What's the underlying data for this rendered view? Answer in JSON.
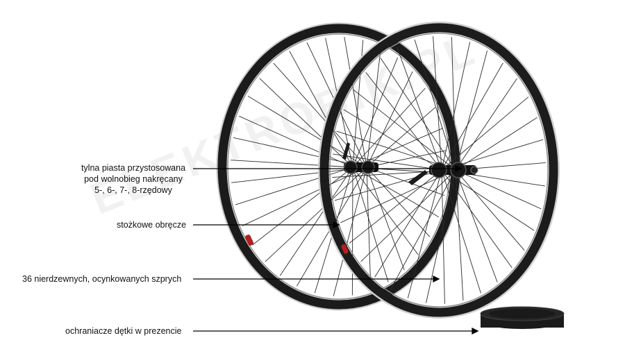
{
  "callouts": {
    "hub": {
      "lines": [
        "tylna piasta przystosowana",
        "pod wolnobieg nakręcany",
        "5-, 6-, 7-, 8-rzędowy"
      ]
    },
    "rims": {
      "text": "stożkowe obręcze"
    },
    "spokes": {
      "text": "36 nierdzewnych, ocynkowanych szprych"
    },
    "rimtape": {
      "text": "ochraniacze dętki w prezencie"
    }
  },
  "watermark": {
    "text": "ELEKTROBIK.PL"
  },
  "colors": {
    "rim": "#1b1b1b",
    "rim_edge": "#c9c9c9",
    "spoke": "#222222",
    "tape": "#151515",
    "leader": "#000000"
  }
}
